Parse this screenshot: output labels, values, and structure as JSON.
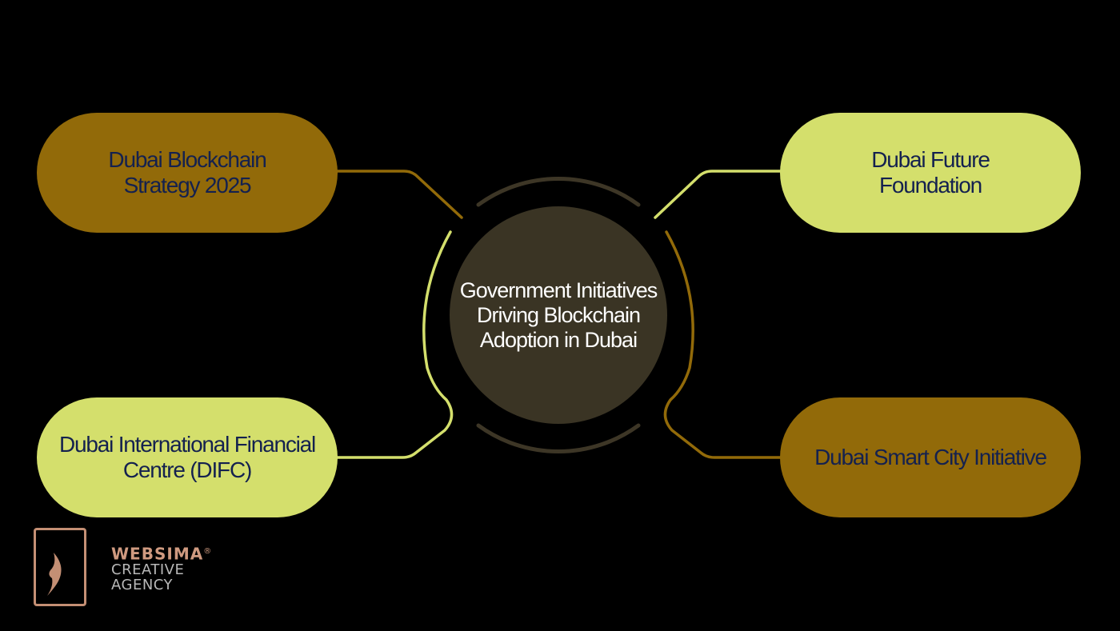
{
  "center": {
    "title": "Government Initiatives Driving Blockchain Adoption in Dubai"
  },
  "nodes": [
    {
      "id": "top-left",
      "label": "Dubai Blockchain Strategy 2025",
      "color": "#926a09"
    },
    {
      "id": "top-right",
      "label": "Dubai Future Foundation",
      "color": "#d4df6c"
    },
    {
      "id": "bottom-left",
      "label": "Dubai International Financial Centre (DIFC)",
      "color": "#d4df6c"
    },
    {
      "id": "bottom-right",
      "label": "Dubai Smart City Initiative",
      "color": "#926a09"
    }
  ],
  "colors": {
    "background": "#000000",
    "center_fill": "#3a3424",
    "arc_dark": "#3d3626",
    "gold": "#926a09",
    "lime": "#d4df6c",
    "node_text": "#14214f"
  },
  "logo": {
    "brand": "WEBSIMA",
    "registered": "®",
    "line1": "CREATIVE",
    "line2": "AGENCY"
  }
}
